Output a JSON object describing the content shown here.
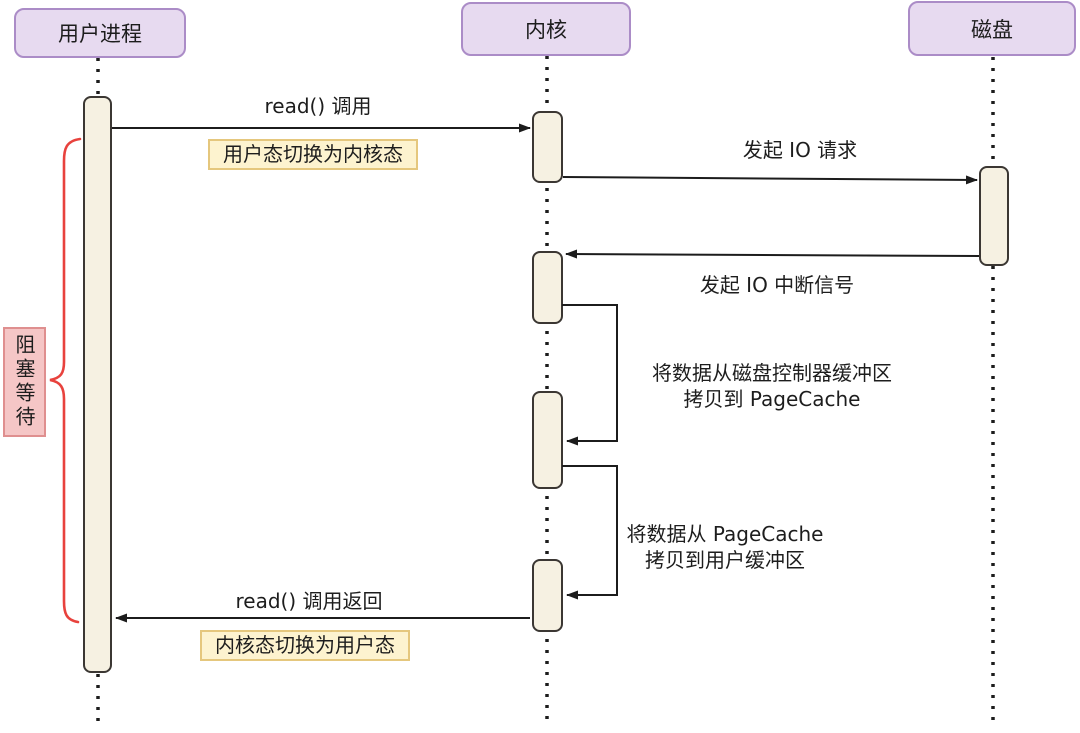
{
  "actors": {
    "user_process": "用户进程",
    "kernel": "内核",
    "disk": "磁盘"
  },
  "messages": {
    "read_call": "read() 调用",
    "io_request": "发起 IO 请求",
    "io_interrupt": "发起 IO 中断信号",
    "copy_disk_to_pagecache": "将数据从磁盘控制器缓冲区\n拷贝到 PageCache",
    "copy_pagecache_to_user": "将数据从 PageCache\n拷贝到用户缓冲区",
    "read_return": "read() 调用返回"
  },
  "notes": {
    "user_to_kernel_mode": "用户态切换为内核态",
    "kernel_to_user_mode": "内核态切换为用户态"
  },
  "annotations": {
    "blocking_wait": "阻塞等待"
  },
  "colors": {
    "actor_fill": "#e7daf0",
    "actor_border": "#ab8cc7",
    "activation_fill": "#f6f1e2",
    "activation_border": "#3b3733",
    "note_fill": "#fdf3cf",
    "note_border": "#e5c77d",
    "annotation_fill": "#f5c6c6",
    "annotation_border": "#df8f8f",
    "brace": "#e8423d",
    "line": "#1c1c1c"
  }
}
